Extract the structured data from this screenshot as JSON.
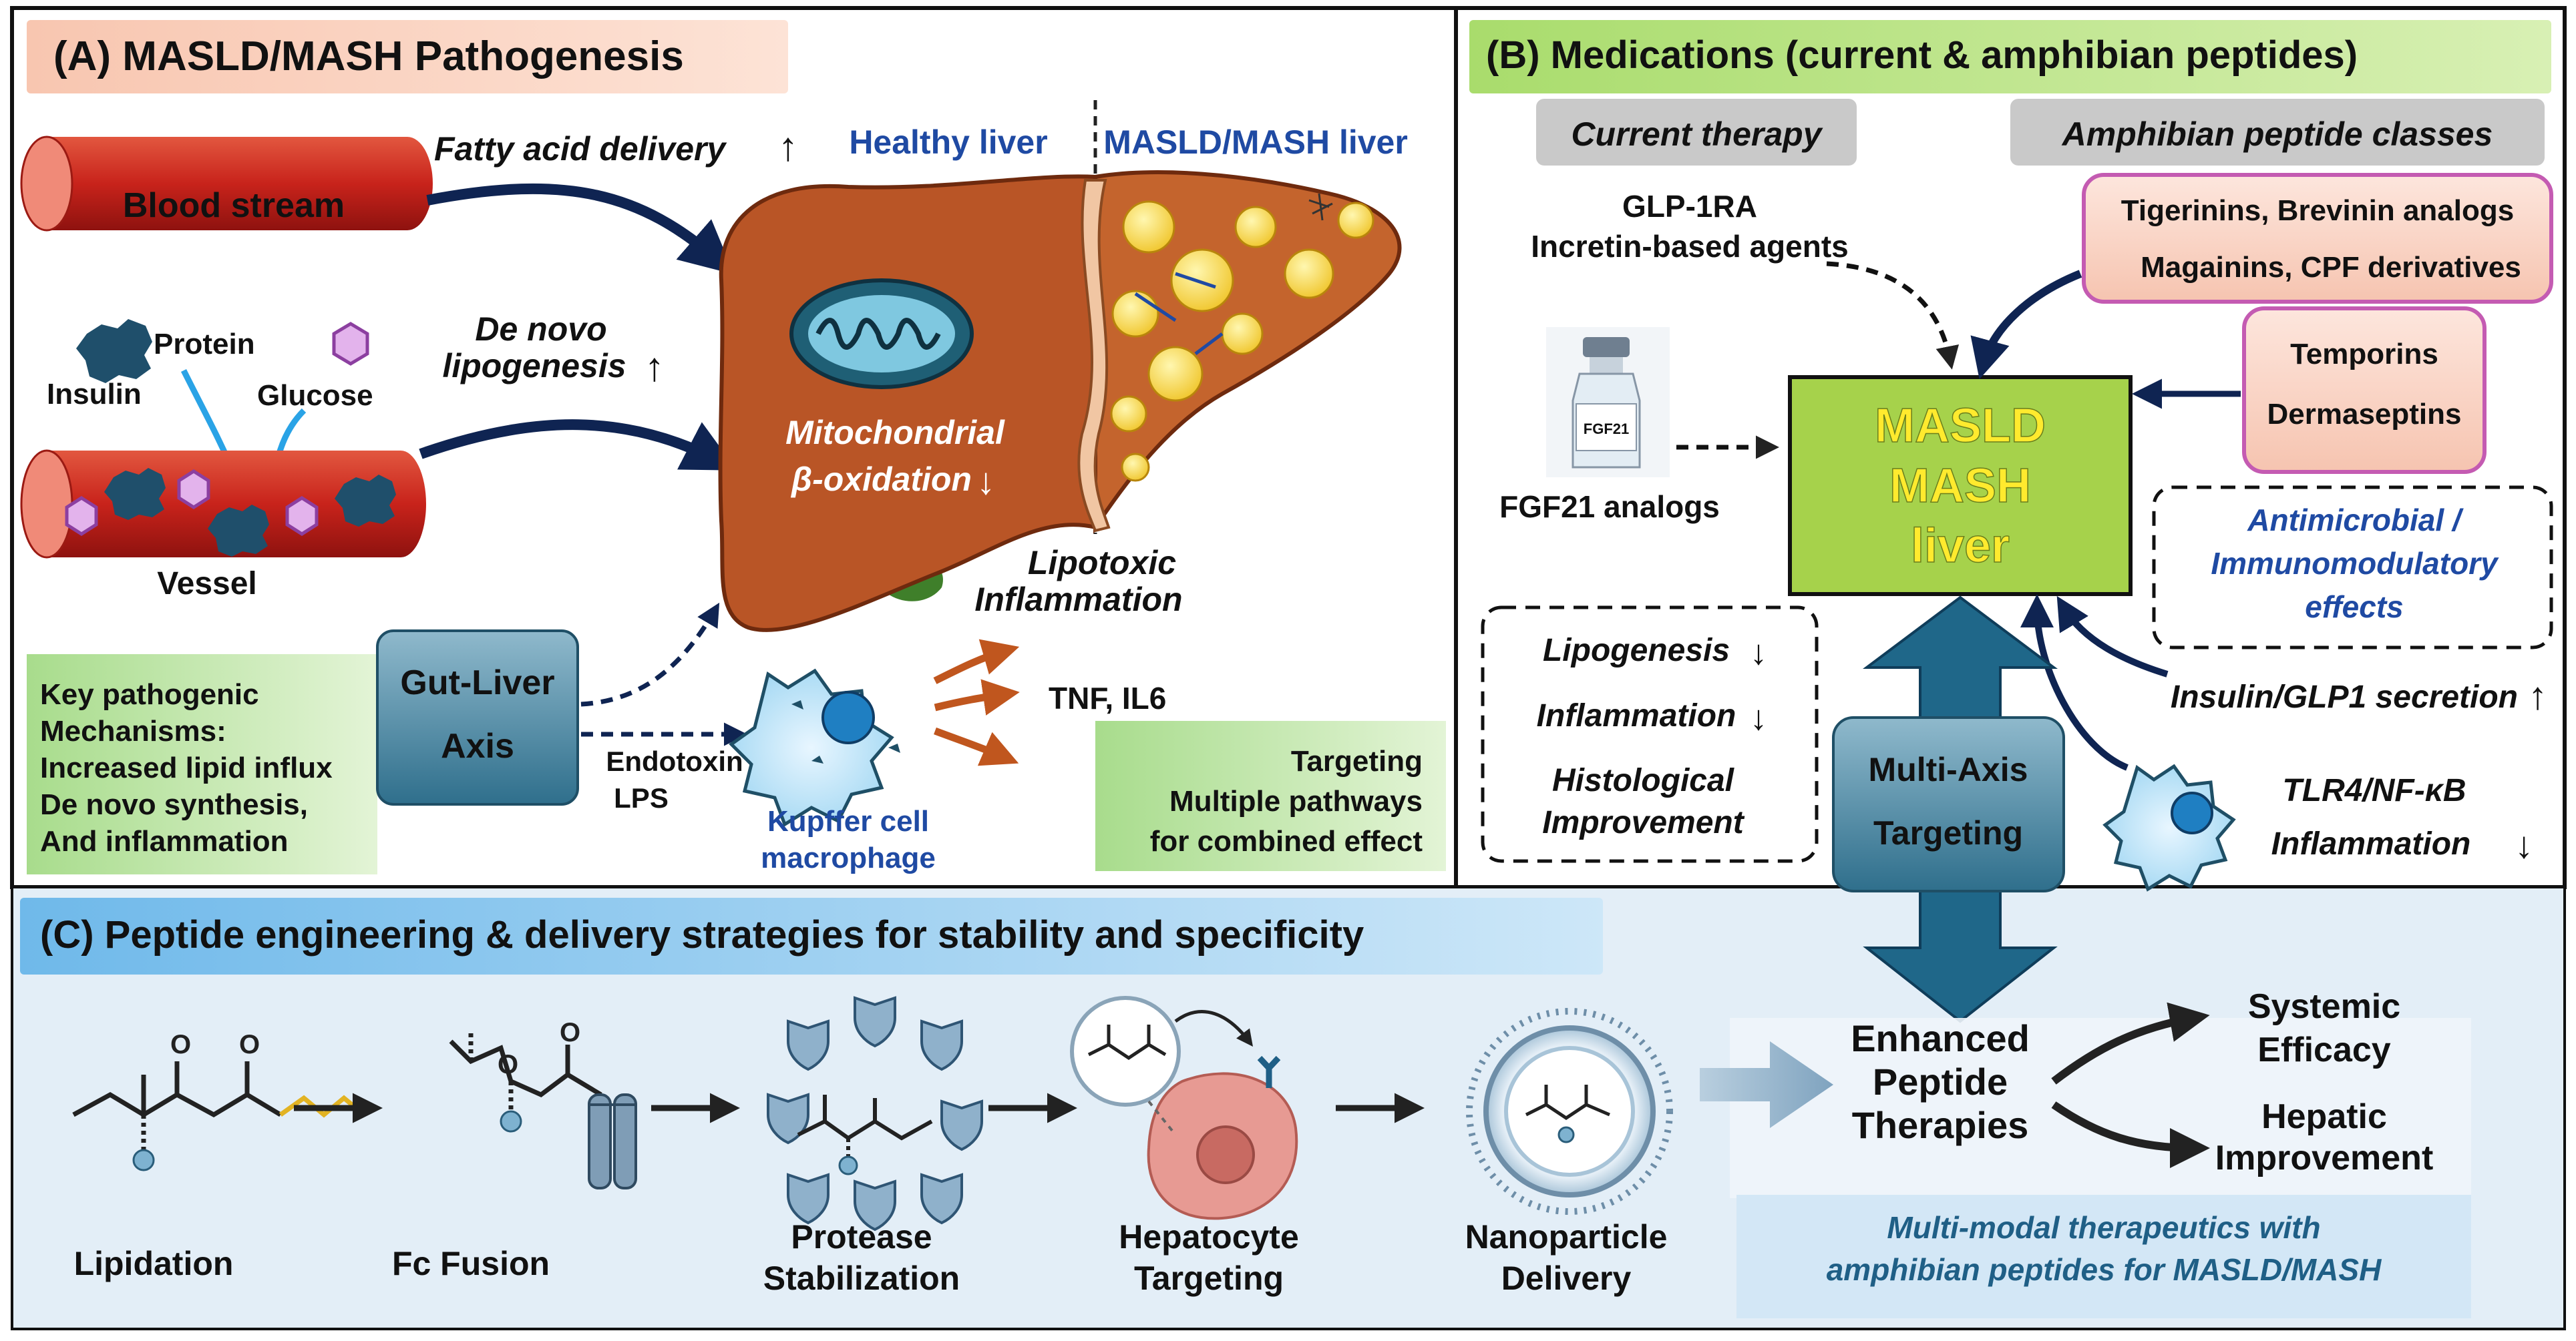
{
  "colors": {
    "navy": "#0f2452",
    "blue_text": "#1f4aa3",
    "liver_orange": "#b95526",
    "green_box": "#a6d24b",
    "yellow_text": "#ffea2e",
    "header_a": "#f7c6b2",
    "header_b": "#b7e27c",
    "header_c": "#7cc2ee",
    "pink_border": "#c45bb2",
    "green_note": "#b8e29b",
    "panel_c_bg": "#e6f0f8"
  },
  "panel_a": {
    "header": "(A)  MASLD/MASH Pathogenesis",
    "fatty_acid": "Fatty acid delivery",
    "blood_stream": "Blood stream",
    "protein": "Protein",
    "insulin": "Insulin",
    "glucose": "Glucose",
    "vessel": "Vessel",
    "de_novo_1": "De novo",
    "de_novo_2": "lipogenesis",
    "healthy_liver": "Healthy liver",
    "mash_liver": "MASLD/MASH liver",
    "mito_1": "Mitochondrial",
    "mito_2": "β-oxidation",
    "lipotoxic_1": "Lipotoxic",
    "lipotoxic_2": "Inflammation",
    "key_box": [
      "Key pathogenic",
      "Mechanisms:",
      "Increased lipid influx",
      "De novo synthesis,",
      "And inflammation"
    ],
    "gut_liver_1": "Gut-Liver",
    "gut_liver_2": "Axis",
    "endotoxin_1": "Endotoxin",
    "endotoxin_2": "LPS",
    "kupffer_1": "Kupffer cell",
    "kupffer_2": "macrophage",
    "cytokines": "TNF, IL6",
    "targeting_box": [
      "Targeting",
      "Multiple pathways",
      "for combined effect"
    ]
  },
  "panel_b": {
    "header": "(B)  Medications (current & amphibian peptides)",
    "current_therapy": "Current therapy",
    "amphibian_classes": "Amphibian peptide classes",
    "glp1_1": "GLP-1RA",
    "glp1_2": "Incretin-based agents",
    "vial_label": "FGF21",
    "fgf21": "FGF21 analogs",
    "center_box": [
      "MASLD",
      "MASH",
      "liver"
    ],
    "pep_box_1": [
      "Tigerinins, Brevinin analogs",
      "Magainins, CPF derivatives"
    ],
    "pep_box_2": [
      "Temporins",
      "Dermaseptins"
    ],
    "antimicrobial": [
      "Antimicrobial /",
      "Immunomodulatory",
      "effects"
    ],
    "outcomes": [
      "Lipogenesis",
      "Inflammation",
      "Histological",
      "Improvement"
    ],
    "multi_axis_1": "Multi-Axis",
    "multi_axis_2": "Targeting",
    "insulin_glp1": "Insulin/GLP1  secretion",
    "tlr4_1": "TLR4/NF-κB",
    "tlr4_2": "Inflammation"
  },
  "panel_c": {
    "header": "(C)  Peptide engineering & delivery strategies for stability and specificity",
    "steps": [
      [
        "Lipidation"
      ],
      [
        "Fc Fusion"
      ],
      [
        "Protease",
        "Stabilization"
      ],
      [
        "Hepatocyte",
        "Targeting"
      ],
      [
        "Nanoparticle",
        "Delivery"
      ]
    ],
    "enhanced": [
      "Enhanced",
      "Peptide",
      "Therapies"
    ],
    "systemic": [
      "Systemic",
      "Efficacy"
    ],
    "hepatic": [
      "Hepatic",
      "Improvement"
    ],
    "multimodal": [
      "Multi-modal therapeutics with",
      "amphibian peptides for MASLD/MASH"
    ]
  }
}
